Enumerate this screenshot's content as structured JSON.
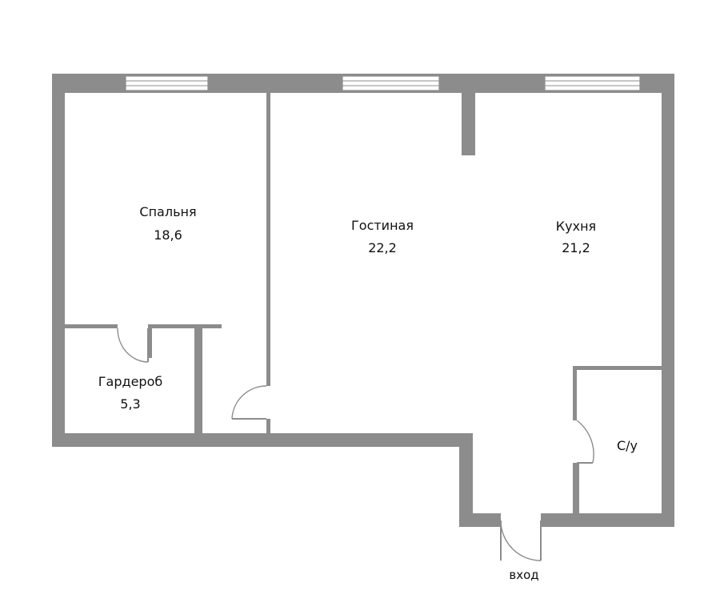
{
  "colors": {
    "wall": "#8c8c8c",
    "background": "#ffffff",
    "text": "#111111"
  },
  "rooms": {
    "bedroom": {
      "label": "Спальня",
      "area": "18,6"
    },
    "living": {
      "label": "Гостиная",
      "area": "22,2"
    },
    "kitchen": {
      "label": "Кухня",
      "area": "21,2"
    },
    "wardrobe": {
      "label": "Гардероб",
      "area": "5,3"
    },
    "bathroom": {
      "label": "С/у"
    }
  },
  "entrance": {
    "label": "вход"
  }
}
